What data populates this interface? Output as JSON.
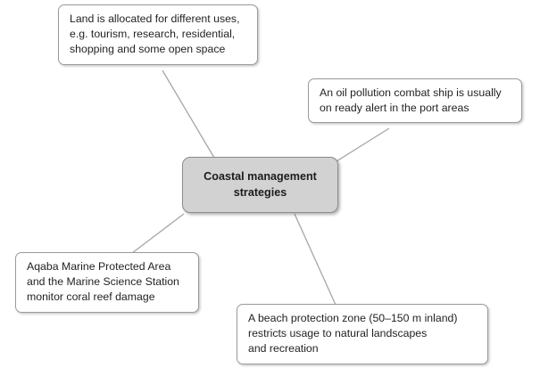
{
  "diagram": {
    "type": "mind-map",
    "background_color": "#ffffff",
    "center": {
      "label_line1": "Coastal management",
      "label_line2": "strategies",
      "fill_color": "#d2d2d2",
      "border_color": "#8d8d8d",
      "text_color": "#1c1c1c"
    },
    "branch_style": {
      "fill_color": "#ffffff",
      "border_color": "#9a9a9a",
      "text_color": "#231f20",
      "connector_color": "#a6a6a6"
    },
    "branches": [
      {
        "id": "land-use",
        "lines": [
          "Land is allocated for different uses,",
          "e.g. tourism, research, residential,",
          "shopping and some open space"
        ]
      },
      {
        "id": "oil-pollution",
        "lines": [
          "An oil pollution combat ship is usually",
          "on ready alert in the port areas"
        ]
      },
      {
        "id": "aqaba-marine",
        "lines": [
          "Aqaba Marine Protected Area",
          "and the Marine Science Station",
          "monitor coral reef damage"
        ]
      },
      {
        "id": "beach-protection",
        "lines": [
          "A beach protection zone (50–150 m inland)",
          "restricts usage to natural landscapes",
          "and recreation"
        ]
      }
    ]
  }
}
